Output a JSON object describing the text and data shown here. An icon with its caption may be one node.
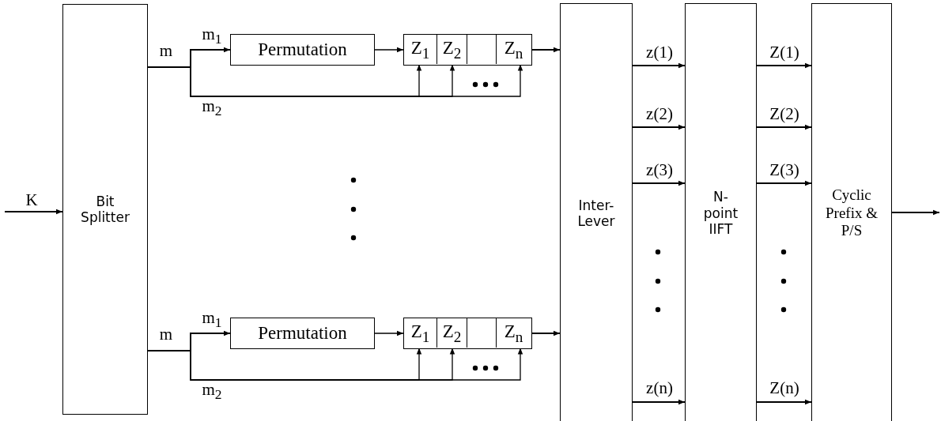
{
  "diagram": {
    "nodes": [
      {
        "text": [
          "Bit Splitter"
        ]
      },
      {
        "text": [
          "Permutation"
        ]
      },
      {
        "text": [],
        "shape": "box"
      },
      {
        "text": [
          "Z$_{1}$"
        ],
        "in": 2
      },
      {
        "text": [
          "Z$_{2}$"
        ],
        "in": 2
      },
      {
        "text": [],
        "shape": "box",
        "in": 2
      },
      {
        "text": [
          "Z$_{n}$"
        ],
        "in": 2
      },
      {
        "text": [
          "Permutation"
        ]
      },
      {
        "text": [],
        "shape": "box"
      },
      {
        "text": [
          "Z$_{1}$"
        ],
        "in": 8
      },
      {
        "text": [
          "Z$_{2}$"
        ],
        "in": 8
      },
      {
        "text": [],
        "shape": "box",
        "in": 8
      },
      {
        "text": [
          "Z$_{n}$"
        ],
        "in": 8
      },
      {
        "text": [
          "Inter- Lever"
        ]
      },
      {
        "text": [
          "N- point IIFT"
        ]
      },
      {
        "text": [
          "Cyclic Prefix & P/S"
        ]
      }
    ],
    "edges": [
      {
        "from": null,
        "to": 0,
        "arrow": "to",
        "label": "K"
      },
      {
        "from": 0,
        "to": 1,
        "arrow": "to",
        "label": "m$_{1}$"
      },
      {
        "from": 0,
        "to": 3,
        "arrow": "to",
        "label": "m$_{2}$"
      },
      {
        "from": 0,
        "to": 4,
        "arrow": "to"
      },
      {
        "from": 0,
        "to": 6,
        "arrow": "to"
      },
      {
        "from": 1,
        "to": 2,
        "arrow": "to"
      },
      {
        "from": 2,
        "to": 13,
        "arrow": "to"
      },
      {
        "from": 0,
        "to": 7,
        "arrow": "to",
        "label": "m$_{1}$"
      },
      {
        "from": 0,
        "to": 9,
        "arrow": "to",
        "label": "m$_{2}$"
      },
      {
        "from": 0,
        "to": 10,
        "arrow": "to"
      },
      {
        "from": 0,
        "to": 12,
        "arrow": "to"
      },
      {
        "from": 7,
        "to": 8,
        "arrow": "to"
      },
      {
        "from": 8,
        "to": 13,
        "arrow": "to"
      },
      {
        "from": 13,
        "to": 14,
        "arrow": "to",
        "label": "z(1)"
      },
      {
        "from": 13,
        "to": 14,
        "arrow": "to",
        "label": "z(2)"
      },
      {
        "from": 13,
        "to": 14,
        "arrow": "to",
        "label": "z(3)"
      },
      {
        "from": 13,
        "to": 14,
        "arrow": "to",
        "label": "z(n)"
      },
      {
        "from": 14,
        "to": 15,
        "arrow": "to",
        "label": "Z(1)"
      },
      {
        "from": 14,
        "to": 15,
        "arrow": "to",
        "label": "Z(2)"
      },
      {
        "from": 14,
        "to": 15,
        "arrow": "to",
        "label": "Z(3)"
      },
      {
        "from": 14,
        "to": 15,
        "arrow": "to",
        "label": "Z(n)"
      },
      {
        "from": 15,
        "to": null,
        "arrow": "to"
      }
    ],
    "labels": [
      "m",
      "m"
    ]
  }
}
